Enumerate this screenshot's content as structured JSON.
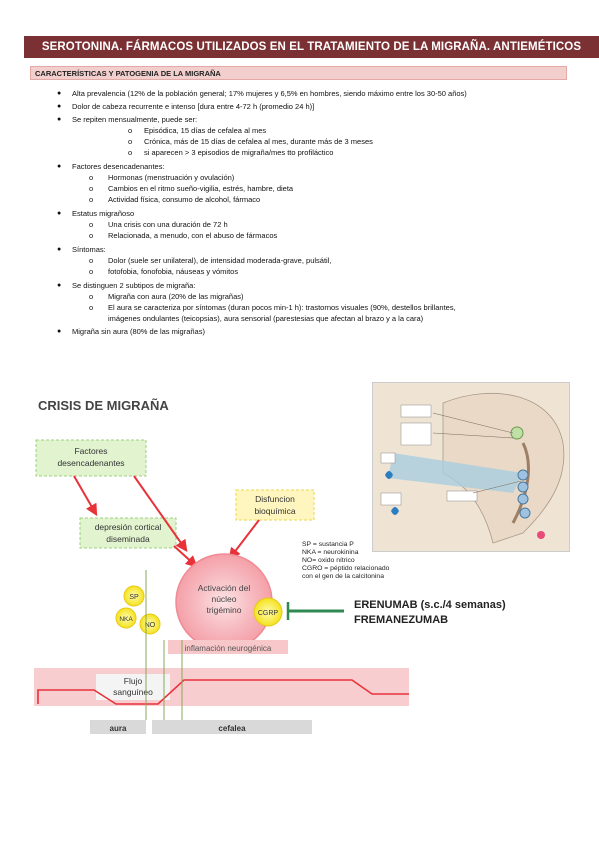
{
  "header": {
    "title": "SEROTONINA. FÁRMACOS UTILIZADOS EN EL TRATAMIENTO DE LA MIGRAÑA. ANTIEMÉTICOS",
    "section": "CARACTERÍSTICAS Y PATOGENIA DE LA MIGRAÑA"
  },
  "content": {
    "l1": "Alta prevalencia (12% de la población general; 17% mujeres y 6,5% en hombres, siendo máximo entre los 30-50 años)",
    "l2": "Dolor de cabeza recurrente e intenso [dura entre 4-72 h (promedio 24 h)]",
    "l3": "Se repiten mensualmente, puede ser:",
    "l3a": "Episódica, 15 días de cefalea al mes",
    "l3b": "Crónica, más de 15 días de cefalea al mes, durante más de 3 meses",
    "l3c": "si aparecen > 3 episodios de migraña/mes tto profiláctico",
    "l4": "Factores desencadenantes:",
    "l4a": "Hormonas (menstruación y ovulación)",
    "l4b": "Cambios en el ritmo sueño-vigilia, estrés, hambre, dieta",
    "l4c": "Actividad física, consumo de alcohol, fármaco",
    "l5": "Estatus migrañoso",
    "l5a": "Una crisis con una duración de 72 h",
    "l5b": "Relacionada, a menudo, con el abuso de fármacos",
    "l6": "Síntomas:",
    "l6a": "Dolor (suele ser unilateral), de intensidad moderada-grave, pulsátil,",
    "l6b": "fotofobia, fonofobia, náuseas y vómitos",
    "l7": "Se distinguen 2 subtipos de migraña:",
    "l7a": "Migraña con aura (20% de las migrañas)",
    "l7b": "El aura se caracteriza por síntomas (duran pocos min-1 h): trastornos visuales (90%, destellos brillantes,",
    "l7c": "imágenes ondulantes (teicopsias), aura sensorial (parestesias que afectan al brazo y a la cara)",
    "l8": "Migraña sin aura (80% de las migrañas)"
  },
  "diagram": {
    "title": "CRISIS DE MIGRAÑA",
    "factores": [
      "Factores",
      "desencadenantes"
    ],
    "depresion": [
      "depresión cortical",
      "diseminada"
    ],
    "disfuncion": [
      "Disfuncion",
      "bioquímica"
    ],
    "activacion": [
      "Activación del",
      "núcleo",
      "trigémino"
    ],
    "sp": "SP",
    "nka": "NKA",
    "no": "NO",
    "cgrp": "CGRP",
    "legend": [
      "SP = sustancia P",
      "NKA = neurokinina",
      "NO=  oxido nítrico",
      "CGRO = péptido relacionado",
      "con el gen de la calcitonina"
    ],
    "drug1": "ERENUMAB (s.c./4 semanas)",
    "drug2": "FREMANEZUMAB",
    "inflamacion": "inflamación neurogénica",
    "flujo": [
      "Flujo",
      "sanguíneo"
    ],
    "aura": "aura",
    "cefalea": "cefalea"
  },
  "colors": {
    "title_bg": "#7b3134",
    "section_bg": "#f2cecd",
    "arrow": "#e8323a",
    "drug_bar": "#2f8a52"
  }
}
